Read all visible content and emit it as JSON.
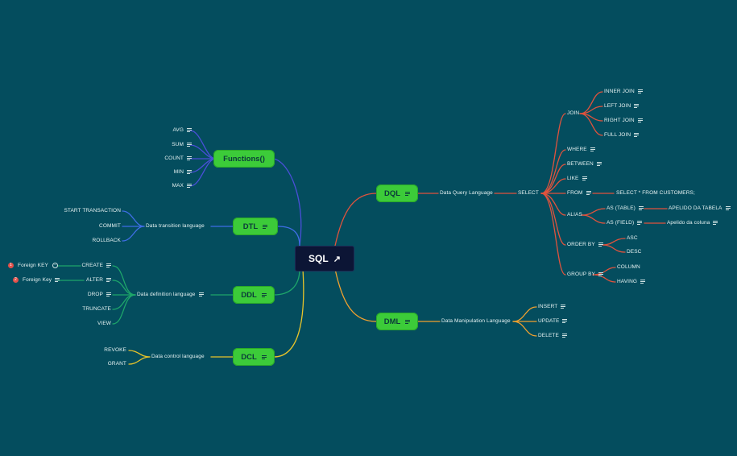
{
  "root": {
    "label": "SQL",
    "icon": "external-link-icon"
  },
  "colors": {
    "background": "#044d5e",
    "node": "#3ccb39",
    "root": "#0c1535",
    "dql": "#e0533d",
    "dml": "#f2a12e",
    "functions": "#4a4fd8",
    "dtl": "#3f6ee6",
    "ddl": "#1ea66a",
    "dcl": "#e8c42a"
  },
  "branches": {
    "functions": {
      "label": "Functions()",
      "children": [
        "AVG",
        "SUM",
        "COUNT",
        "MIN",
        "MAX"
      ]
    },
    "dtl": {
      "label": "DTL",
      "desc": "Data transition language",
      "children": [
        "START TRANSACTION",
        "COMMIT",
        "ROLLBACK"
      ]
    },
    "ddl": {
      "label": "DDL",
      "desc": "Data definition language",
      "children": [
        "CREATE",
        "ALTER",
        "DROP",
        "TRUNCATE",
        "VIEW"
      ],
      "create_note": "Foreign KEY",
      "alter_note": "Foreign Key"
    },
    "dcl": {
      "label": "DCL",
      "desc": "Data control language",
      "children": [
        "REVOKE",
        "GRANT"
      ]
    },
    "dql": {
      "label": "DQL",
      "desc": "Data Query Language",
      "select": "SELECT",
      "join": "JOIN",
      "joins": [
        "INNER JOIN",
        "LEFT JOIN",
        "RIGHT JOIN",
        "FULL JOIN"
      ],
      "where": "WHERE",
      "between": "BETWEEN",
      "like": "LIKE",
      "from": "FROM",
      "from_example": "SELECT * FROM CUSTOMERS;",
      "alias": "ALIAS",
      "alias_table": "AS (TABLE)",
      "alias_table_note": "APELIDO DA TABELA",
      "alias_field": "AS (FIELD)",
      "alias_field_note": "Apelido da coluna",
      "order_by": "ORDER BY",
      "order": [
        "ASC",
        "DESC"
      ],
      "group_by": "GROUP BY",
      "group": [
        "COLUMN",
        "HAVING"
      ]
    },
    "dml": {
      "label": "DML",
      "desc": "Data Manipulation Language",
      "children": [
        "INSERT",
        "UPDATE",
        "DELETE"
      ]
    }
  },
  "markers": {
    "marker_1": "1",
    "marker_2": "2"
  }
}
